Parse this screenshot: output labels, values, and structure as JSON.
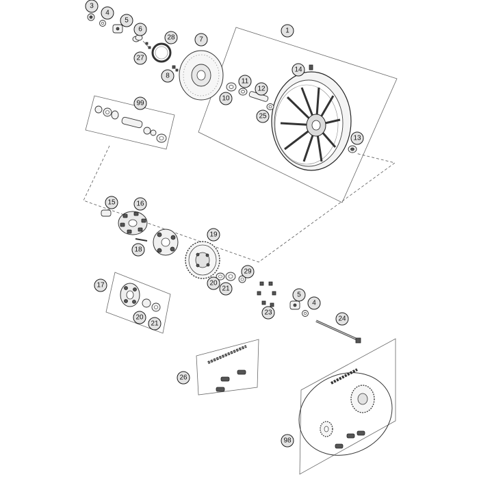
{
  "callouts": {
    "c1": "1",
    "c3": "3",
    "c4a": "4",
    "c4b": "4",
    "c5a": "5",
    "c5b": "5",
    "c6": "6",
    "c7": "7",
    "c8": "8",
    "c10": "10",
    "c11": "11",
    "c12": "12",
    "c13": "13",
    "c14": "14",
    "c15": "15",
    "c16": "16",
    "c17": "17",
    "c18": "18",
    "c19": "19",
    "c20a": "20",
    "c20b": "20",
    "c21a": "21",
    "c21b": "21",
    "c23": "23",
    "c24": "24",
    "c25": "25",
    "c26": "26",
    "c27": "27",
    "c28": "28",
    "c29": "29",
    "c98": "98",
    "c99": "99"
  }
}
